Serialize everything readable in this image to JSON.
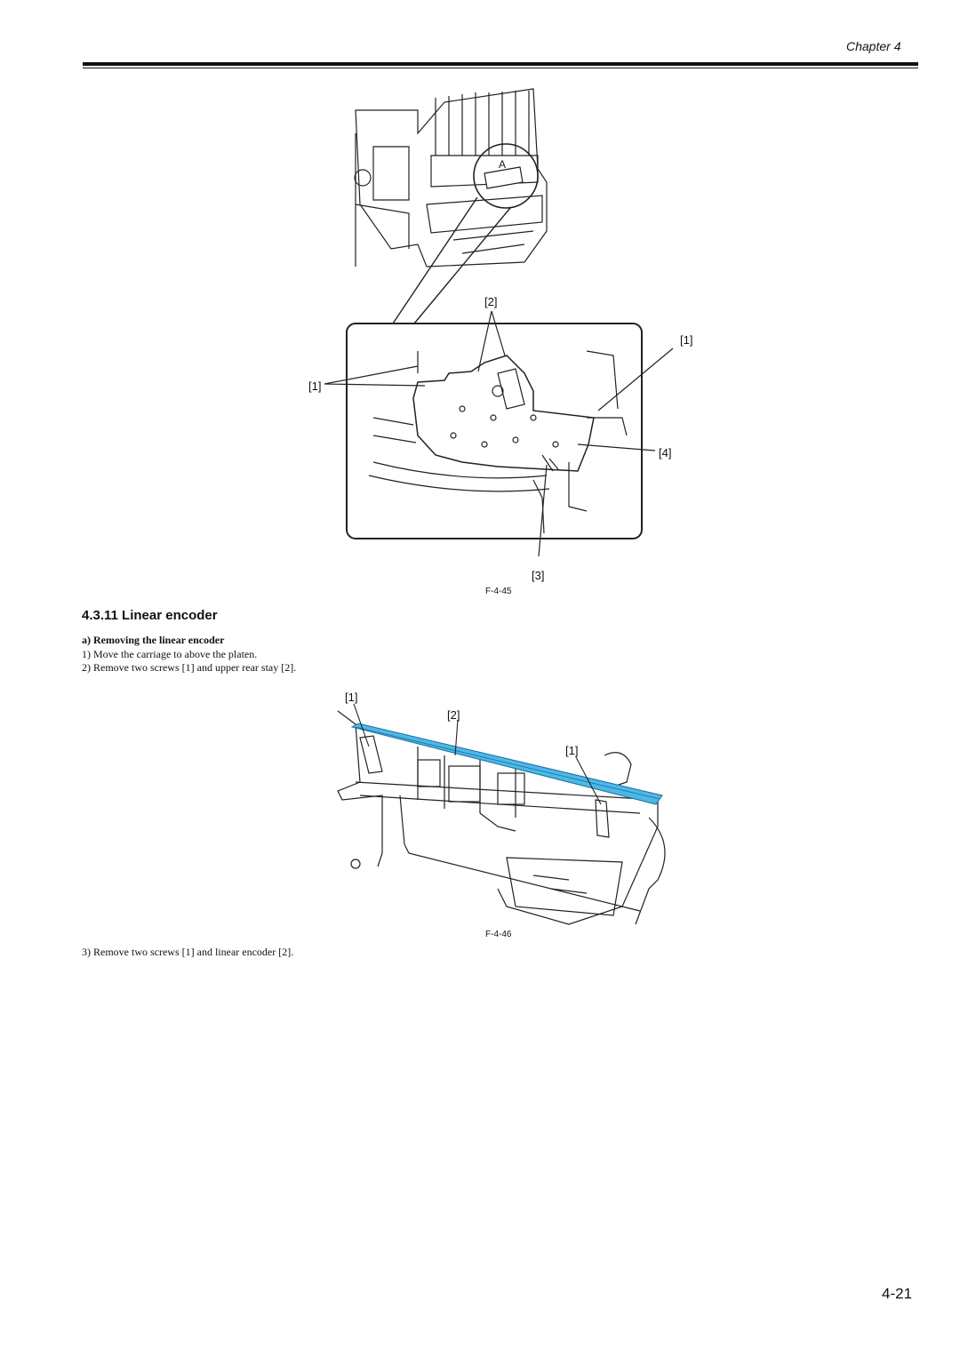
{
  "header": {
    "chapter_label": "Chapter 4"
  },
  "figure1": {
    "caption": "F-4-45",
    "callouts": {
      "c2": "[2]",
      "c1_right": "[1]",
      "c1_left": "[1]",
      "c4": "[4]",
      "c3": "[3]"
    },
    "inset_letter": "A"
  },
  "section": {
    "title": "4.3.11 Linear encoder",
    "subheading": "a) Removing the linear encoder",
    "steps": [
      "1) Move the carriage to above the platen.",
      "2) Remove two screws [1] and upper rear stay [2]."
    ]
  },
  "figure2": {
    "caption": "F-4-46",
    "callouts": {
      "c1_left": "[1]",
      "c2": "[2]",
      "c1_right": "[1]"
    },
    "highlight_color": "#4db8e8"
  },
  "step3": "3) Remove two screws [1] and linear encoder [2].",
  "footer": {
    "page_number": "4-21"
  }
}
